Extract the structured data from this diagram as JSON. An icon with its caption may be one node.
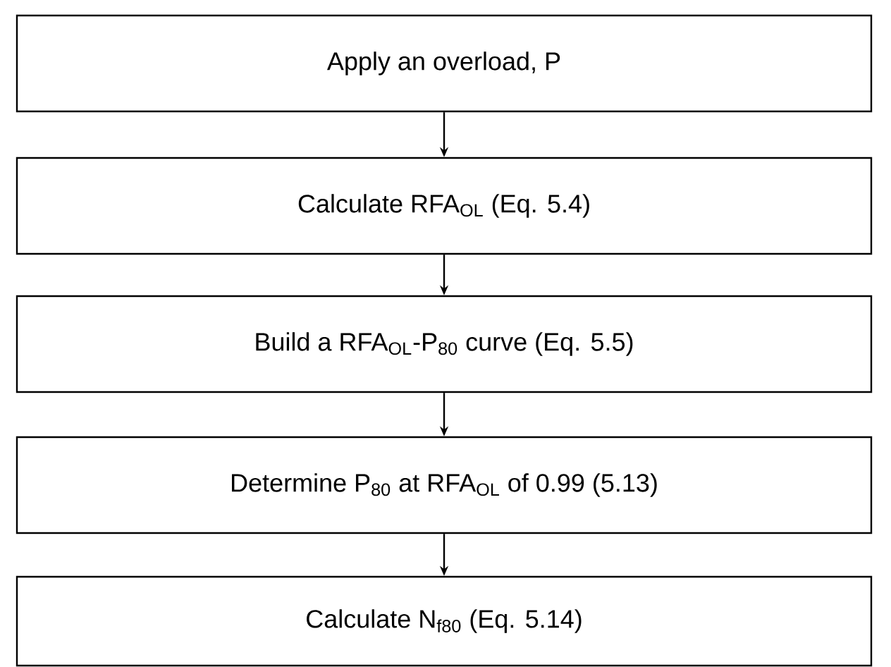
{
  "diagram": {
    "nodes": [
      {
        "text": [
          "Apply an overload, P"
        ]
      },
      {
        "text": [
          "Calculate RFA$_{OL}$ (Eq. 5.4)"
        ]
      },
      {
        "text": [
          "Build a RFA$_{OL}$-P$_{80}$ curve (Eq. 5.5)"
        ]
      },
      {
        "text": [
          "Determine P$_{80}$ at RFA$_{OL}$ of 0.99 (5.13)"
        ]
      },
      {
        "text": [
          "Calculate N$_{f80}$ (Eq. 5.14)"
        ]
      }
    ],
    "edges": [
      {
        "from": 0,
        "to": 1,
        "arrow": "to"
      },
      {
        "from": 1,
        "to": 2,
        "arrow": "to"
      },
      {
        "from": 2,
        "to": 3,
        "arrow": "to"
      },
      {
        "from": 3,
        "to": 4,
        "arrow": "to"
      }
    ]
  }
}
